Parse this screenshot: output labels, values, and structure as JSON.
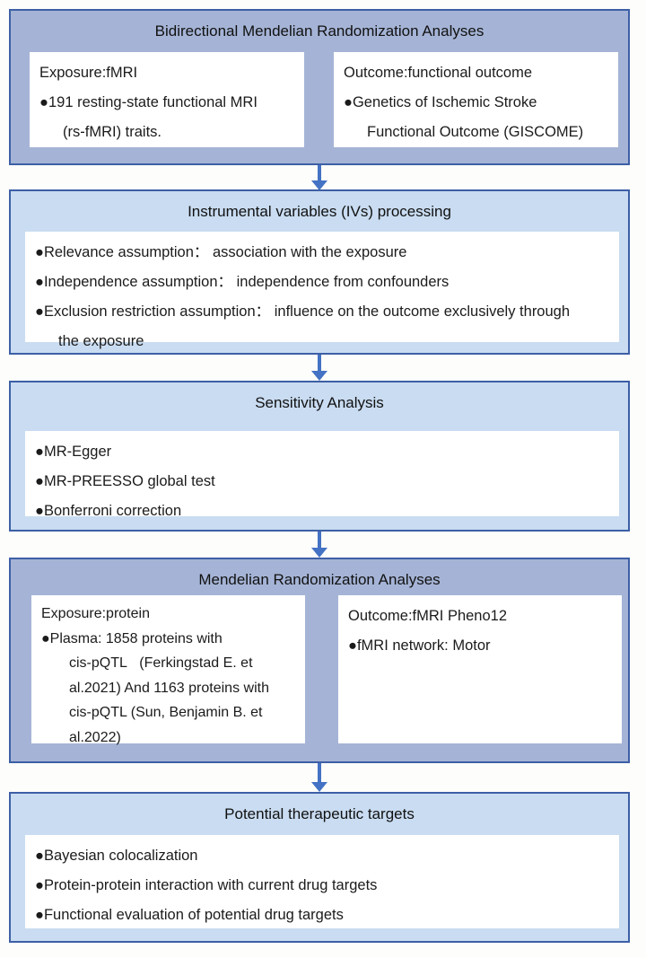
{
  "palette": {
    "dark_fill": "#a5b4d6",
    "light_fill": "#c9dcf1",
    "border": "#3d5fa6",
    "arrow": "#4472c4",
    "text": "#1b1b1b",
    "panel_bg": "#ffffff",
    "page_bg": "#fdfdfb"
  },
  "steps": {
    "s1": {
      "title": "Bidirectional Mendelian Randomization Analyses",
      "left": [
        "Exposure:fMRI",
        "●191 resting-state functional MRI",
        "(rs-fMRI) traits."
      ],
      "right": [
        "Outcome:functional outcome",
        "●Genetics of Ischemic Stroke",
        "Functional Outcome (GISCOME)"
      ]
    },
    "s2": {
      "title": "Instrumental variables (IVs) processing",
      "lines": [
        "●Relevance assumption： association with the exposure",
        "●Independence assumption： independence from confounders",
        "●Exclusion restriction assumption： influence on the outcome exclusively through",
        "the exposure"
      ]
    },
    "s3": {
      "title": "Sensitivity Analysis",
      "lines": [
        "●MR-Egger",
        "●MR-PREESSO global test",
        "●Bonferroni correction"
      ]
    },
    "s4": {
      "title": "Mendelian Randomization Analyses",
      "left": [
        "Exposure:protein",
        "●Plasma: 1858 proteins with",
        "cis-pQTL   (Ferkingstad E. et",
        "al.2021) And 1163 proteins with",
        "cis-pQTL (Sun, Benjamin B. et",
        "al.2022)"
      ],
      "right": [
        "Outcome:fMRI Pheno12",
        "●fMRI network: Motor"
      ]
    },
    "s5": {
      "title": "Potential therapeutic targets",
      "lines": [
        "●Bayesian colocalization",
        "●Protein-protein interaction with current drug targets",
        "●Functional evaluation of potential drug targets"
      ]
    }
  }
}
